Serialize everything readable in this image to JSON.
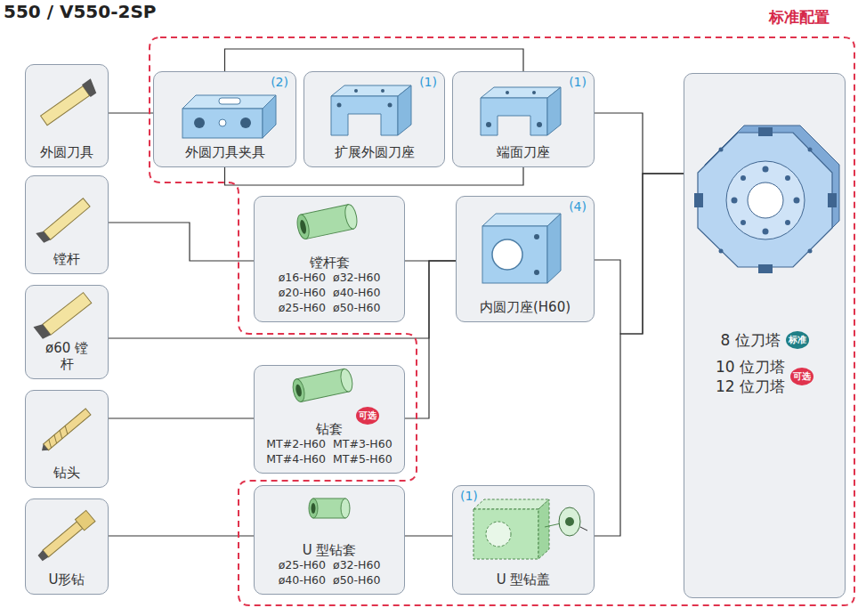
{
  "diagram": {
    "title": "550 / V550-2SP",
    "nodes": [
      {
        "text": [
          "外圆刀具"
        ]
      },
      {
        "text": [
          "外圆刀具夹具",
          "(2)"
        ]
      },
      {
        "text": [
          "扩展外圆刀座",
          "(1)"
        ]
      },
      {
        "text": [
          "端面刀座",
          "(1)"
        ]
      },
      {
        "text": [
          "8 位刀塔",
          "标准",
          "10 位刀塔",
          "12 位刀塔",
          "可选"
        ]
      },
      {
        "text": [
          "镗杆"
        ]
      },
      {
        "text": [
          "镗杆套",
          "ø16-H60",
          "ø32-H60",
          "ø20-H60",
          "ø40-H60",
          "ø25-H60",
          "ø50-H60"
        ]
      },
      {
        "text": [
          "内圆刀座(H60)",
          "(4)"
        ]
      },
      {
        "text": [
          "ø60 镗杆"
        ]
      },
      {
        "text": [
          "钻头"
        ]
      },
      {
        "text": [
          "钻套",
          "可选",
          "MT#2-H60",
          "MT#3-H60",
          "MT#4-H60",
          "MT#5-H60"
        ]
      },
      {
        "text": [
          "U形钻"
        ]
      },
      {
        "text": [
          "U 型钻套",
          "ø25-H60",
          "ø32-H60",
          "ø40-H60",
          "ø50-H60"
        ]
      },
      {
        "text": [
          "U 型钻盖",
          "(1)"
        ]
      }
    ],
    "edges": [
      {
        "from": 0,
        "to": 1,
        "arrow": "none"
      },
      {
        "from": 1,
        "to": 3,
        "arrow": "none"
      },
      {
        "from": 1,
        "to": 3,
        "arrow": "none"
      },
      {
        "from": 3,
        "to": 4,
        "arrow": "none"
      },
      {
        "from": 7,
        "to": 4,
        "arrow": "none"
      },
      {
        "from": 13,
        "to": 4,
        "arrow": "none"
      },
      {
        "from": 5,
        "to": 6,
        "arrow": "none"
      },
      {
        "from": 6,
        "to": 7,
        "arrow": "none"
      },
      {
        "from": 8,
        "to": 7,
        "arrow": "none"
      },
      {
        "from": 9,
        "to": 10,
        "arrow": "none"
      },
      {
        "from": 10,
        "to": 7,
        "arrow": "none"
      },
      {
        "from": 11,
        "to": 12,
        "arrow": "none"
      },
      {
        "from": 12,
        "to": 13,
        "arrow": "none"
      }
    ],
    "labels": [
      "标准配置"
    ]
  }
}
